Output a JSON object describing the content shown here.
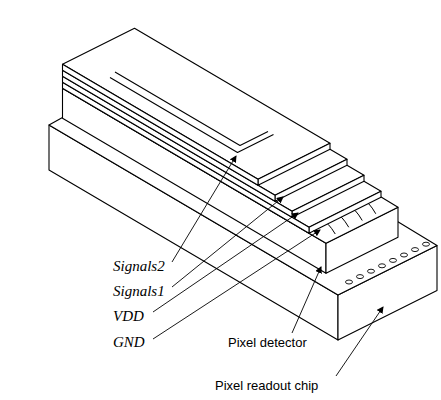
{
  "diagram": {
    "labels": [
      "Signals2",
      "Signals1",
      "VDD",
      "GND",
      "Pixel detector",
      "Pixel readout chip"
    ]
  }
}
